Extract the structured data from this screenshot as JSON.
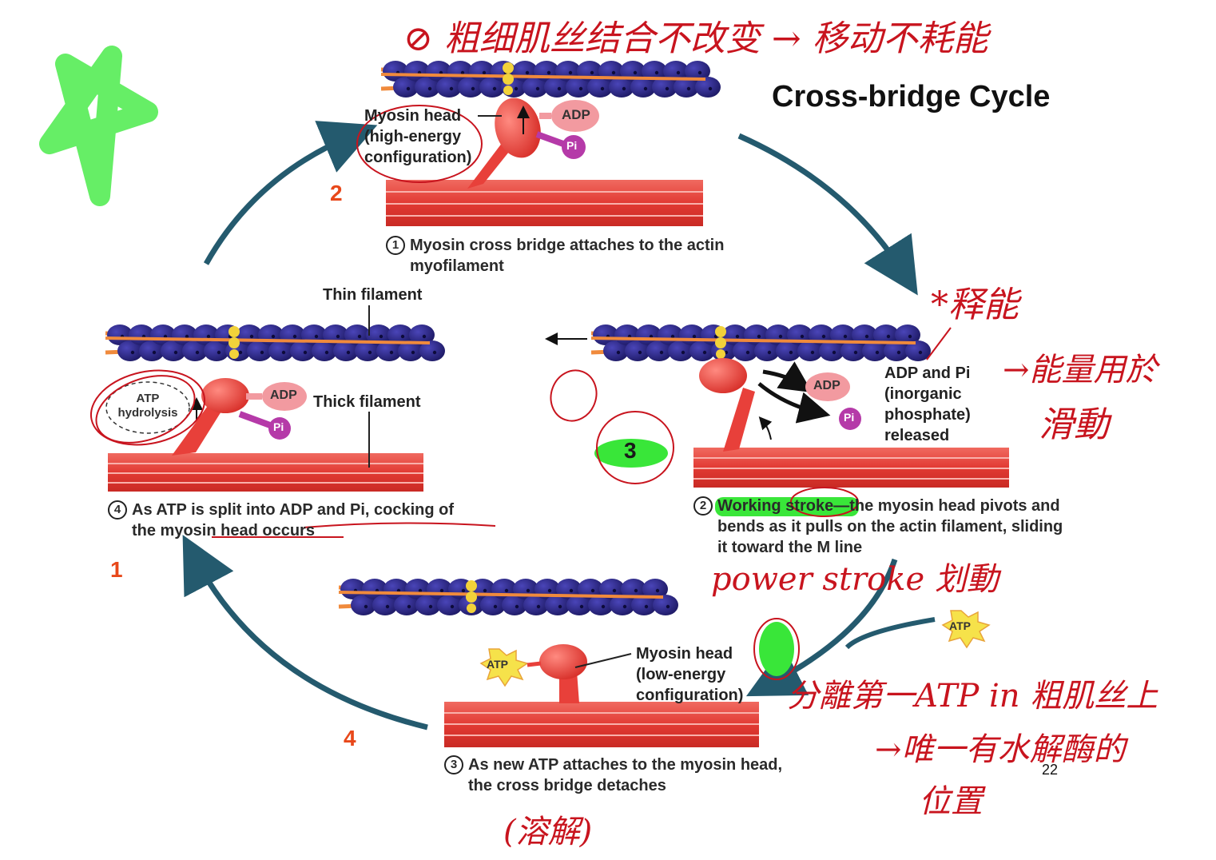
{
  "title": "Cross-bridge Cycle",
  "slide_number": "22",
  "stage1": {
    "num": "①",
    "caption_line1": "Myosin cross bridge attaches to the actin",
    "caption_line2": "myofilament",
    "head_label_line1": "Myosin head",
    "head_label_line2": "(high-energy",
    "head_label_line3": "configuration)",
    "adp": "ADP",
    "pi": "Pi"
  },
  "stage2": {
    "num": "②",
    "caption_highlight": "Working stroke",
    "caption_rest_line1": "—the myosin head pivots and",
    "caption_line2": "bends as it pulls on the actin filament, sliding",
    "caption_line3": "it toward the M line",
    "adp": "ADP",
    "pi": "Pi",
    "released_line1": "ADP and Pi",
    "released_line2": "(inorganic",
    "released_line3": "phosphate)",
    "released_line4": "released"
  },
  "stage3": {
    "num": "③",
    "caption_line1": "As new ATP attaches to the myosin head,",
    "caption_line2": "the cross bridge detaches",
    "head_label_line1": "Myosin head",
    "head_label_line2": "(low-energy",
    "head_label_line3": "configuration)",
    "atp_head": "ATP",
    "atp_incoming": "ATP"
  },
  "stage4": {
    "num": "④",
    "caption_line1": "As ATP is split into ADP and Pi, cocking of",
    "caption_line2": "the myosin head occurs",
    "hydrolysis_line1": "ATP",
    "hydrolysis_line2": "hydrolysis",
    "adp": "ADP",
    "pi": "Pi",
    "thin_filament": "Thin filament",
    "thick_filament": "Thick filament"
  },
  "order_numbers": {
    "n1": "1",
    "n2": "2",
    "n3": "3",
    "n4": "4"
  },
  "handwriting": {
    "top": "⊘ 粗细肌丝结合不改变 → 移动不耗能",
    "right_1": "*释能",
    "right_2": "→能量用於",
    "right_3": "滑動",
    "power_stroke": "power stroke 划動",
    "bottom_right_1": "分離第一ATP in 粗肌丝上",
    "bottom_right_2": "→唯一有水解酶的",
    "bottom_right_3": "位置",
    "bottom": "(溶解)"
  },
  "colors": {
    "actin_bead": "#2f2a8a",
    "tropomyosin": "#f08a3c",
    "troponin": "#f2d23a",
    "thick_filament": "#e8403a",
    "myosin_head": "#ee4a40",
    "adp_bubble": "#f29aa0",
    "pi_bubble": "#b53aa8",
    "cycle_arrow": "#245a6e",
    "ink_red": "#c8141e",
    "highlight_green": "#39e639",
    "star_green": "#66ee66"
  }
}
